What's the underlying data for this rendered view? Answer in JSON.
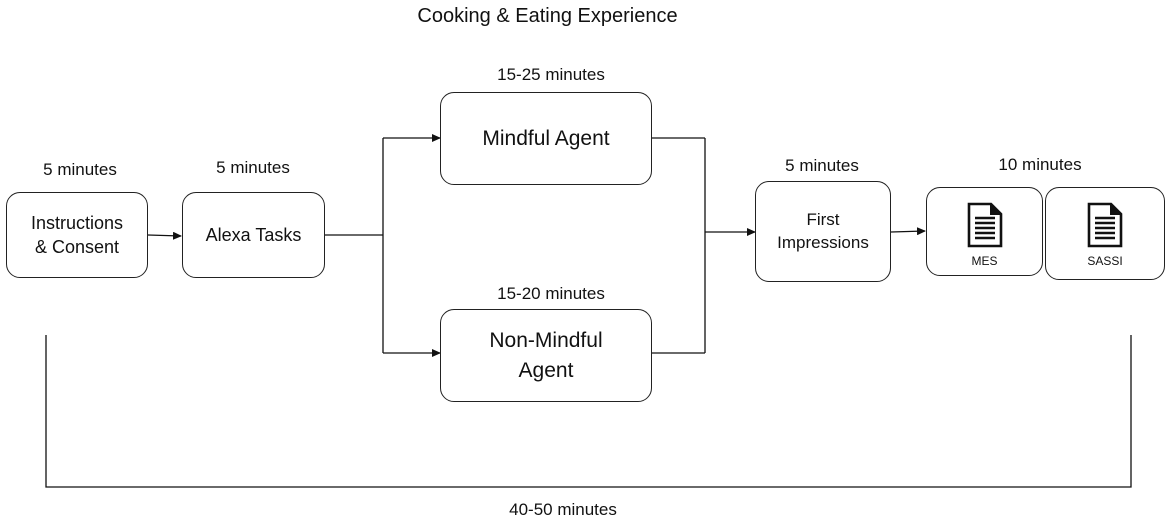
{
  "title": "Cooking & Eating Experience",
  "durations": {
    "instructions": "5 minutes",
    "alexa": "5 minutes",
    "mindful": "15-25 minutes",
    "non_mindful": "15-20 minutes",
    "first_impressions": "5 minutes",
    "surveys": "10 minutes",
    "total": "40-50 minutes"
  },
  "steps": {
    "instructions": "Instructions\n& Consent",
    "alexa": "Alexa Tasks",
    "mindful": "Mindful Agent",
    "non_mindful": "Non-Mindful\nAgent",
    "first_impressions": "First\nImpressions"
  },
  "surveys": {
    "mes": "MES",
    "sassi": "SASSI"
  },
  "icons": {
    "survey_icon": "document-icon"
  }
}
